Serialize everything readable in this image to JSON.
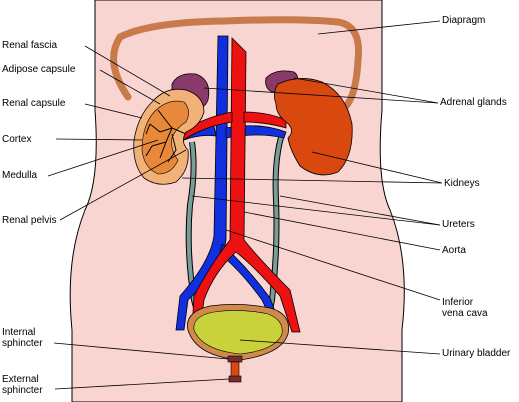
{
  "labels": {
    "renal_fascia": "Renal fascia",
    "adipose_capsule": "Adipose capsule",
    "renal_capsule": "Renal capsule",
    "cortex": "Cortex",
    "medulla": "Medulla",
    "renal_pelvis": "Renal pelvis",
    "internal_sphincter": "Internal\nsphincter",
    "external_sphincter": "External\nsphincter",
    "diaphragm": "Diapragm",
    "adrenal_glands": "Adrenal glands",
    "kidneys": "Kidneys",
    "ureters": "Ureters",
    "aorta": "Aorta",
    "inferior_vena_cava": "Inferior\nvena cava",
    "urinary_bladder": "Urinary bladder"
  },
  "colors": {
    "body": "#f9d5d2",
    "outline": "#000000",
    "diaphragm": "#c87a4a",
    "adrenal": "#8a3a6a",
    "kidney_right": "#d9480f",
    "kidney_left": "#f2b277",
    "aorta": "#ee1111",
    "vena_cava": "#1030e0",
    "ureter": "#7a9e96",
    "bladder": "#c9d23a",
    "bladder_rim": "#d08a4a",
    "sphincter": "#7a2a2a"
  }
}
